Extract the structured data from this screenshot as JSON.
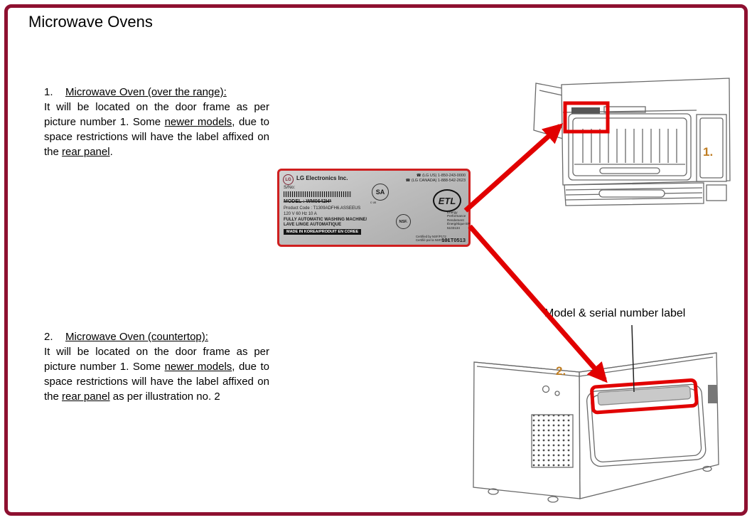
{
  "page": {
    "title": "Microwave Ovens"
  },
  "colors": {
    "frame": "#8e1030",
    "highlight": "#e10000",
    "marker": "#bf7d22"
  },
  "sections": [
    {
      "number": "1.",
      "heading": "Microwave Oven (over the range):",
      "body": [
        {
          "text": "It will be located on the door frame as per picture number 1.  Some "
        },
        {
          "text": "newer models",
          "underline": true
        },
        {
          "text": ", due to space restrictions will have the label affixed on the "
        },
        {
          "text": "rear panel",
          "underline": true
        },
        {
          "text": "."
        }
      ]
    },
    {
      "number": "2.",
      "heading": "Microwave Oven (countertop):",
      "body": [
        {
          "text": "It will be located on the door frame as per picture number 1.  Some "
        },
        {
          "text": "newer models",
          "underline": true
        },
        {
          "text": ", due to space restrictions will have the label affixed on the "
        },
        {
          "text": "rear panel",
          "underline": true
        },
        {
          "text": " as per illustration no. 2"
        }
      ]
    }
  ],
  "label": {
    "lg_logo": "LG",
    "brand": "LG Electronics Inc.",
    "sno": "S/No:",
    "model": "MODEL : WM0642H*",
    "product_code": "Product Code : T1309ADFH6.ASSEEUS",
    "power": "120 V  60 Hz  10 A",
    "type_en": "FULLY AUTOMATIC WASHING MACHINE/",
    "type_fr": "LAVE LINGE AUTOMATIQUE",
    "origin": "MADE IN KOREA/PRODUIT EN COREE",
    "phone_us": "☎ (LG US) 1-850-243-0000",
    "phone_ca": "☎ (LG CANADA) 1-888-542-2623",
    "energy_block": "Energy Performance Rendement Énergétique EP 5103134",
    "certified_1": "Certified by NSF/P172",
    "certified_2": "Certifié par la NSF/P172",
    "doc_number": "101T0513",
    "csa_mark": "SA",
    "csa_sub": "c        us",
    "nsf_mark": "NSF.",
    "etl_mark": "ETL"
  },
  "annotations": {
    "pointer_label": "Model & serial number label",
    "marker_1": "1.",
    "marker_2": "2."
  }
}
